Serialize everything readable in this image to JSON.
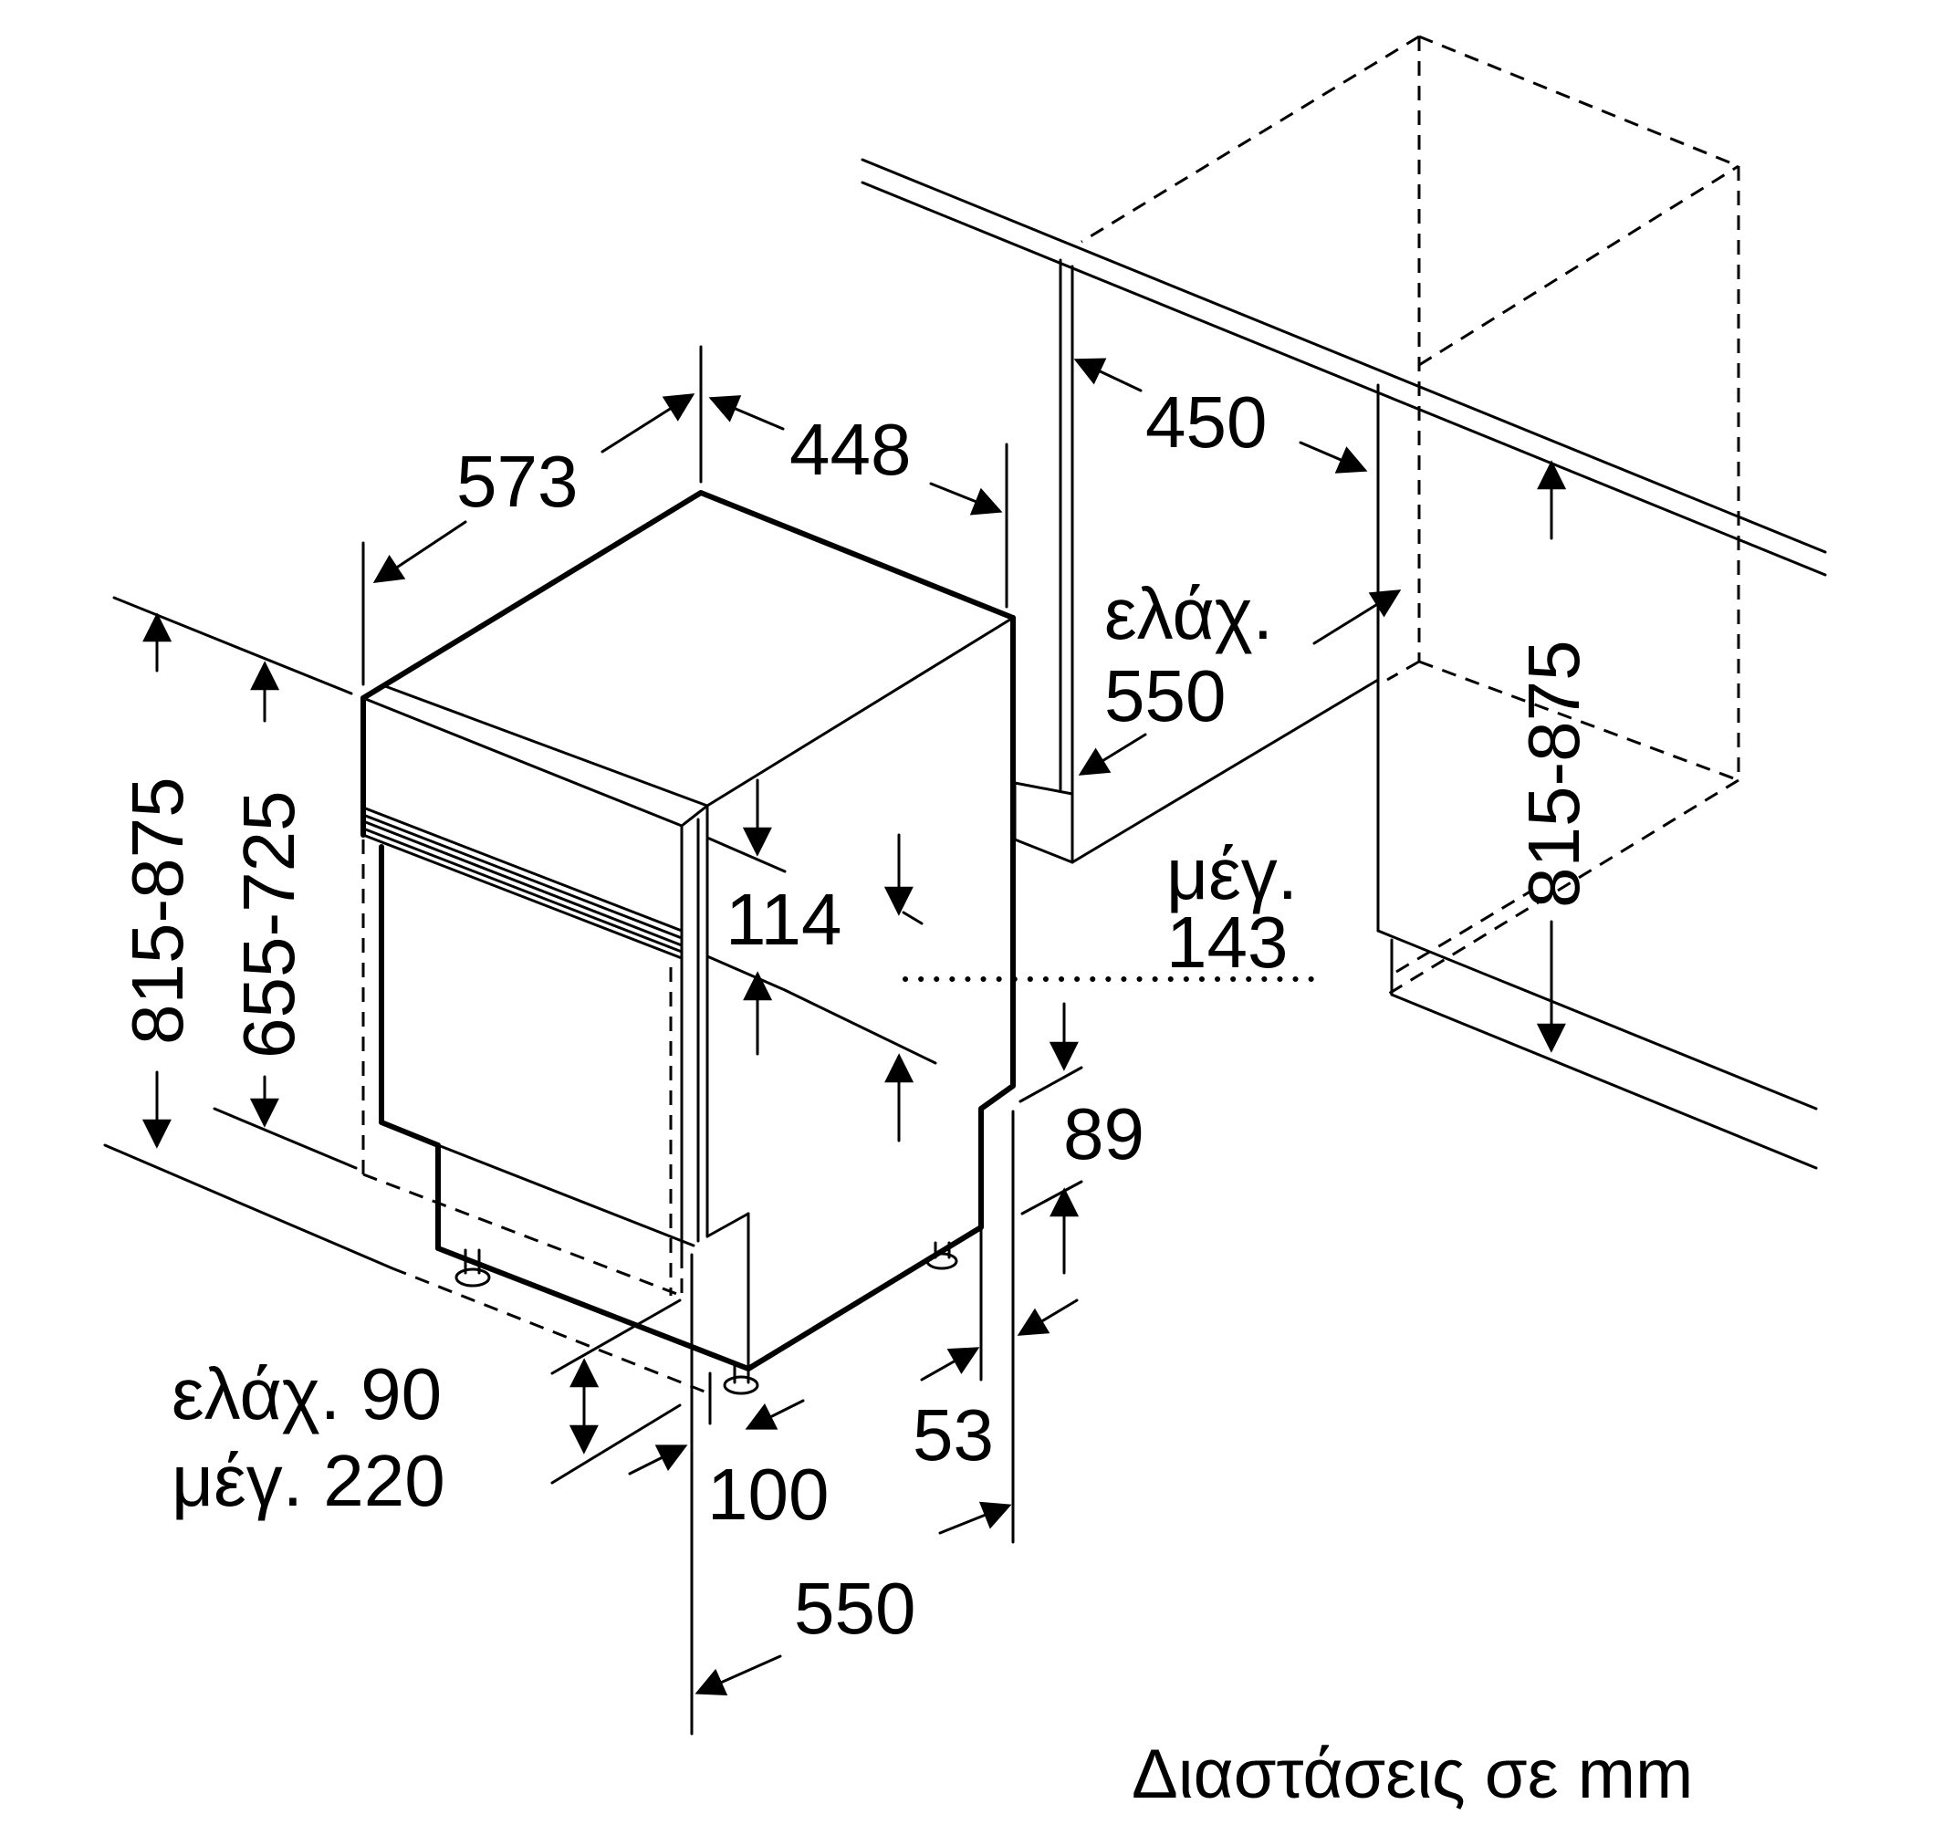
{
  "caption": "Διαστάσεις σε mm",
  "dimensions": {
    "depth_573": "573",
    "width_448": "448",
    "height_815_875_left": "815-875",
    "height_655_725": "655-725",
    "panel_114": "114",
    "niche_450": "450",
    "min_label": "ελάχ.",
    "niche_min_550": "550",
    "max_label": "μέγ.",
    "max_143": "143",
    "niche_815_875_right": "815-875",
    "plinth_89": "89",
    "foot_53": "53",
    "door_min_line": "ελάχ. 90",
    "door_max_line": "μέγ. 220",
    "offset_100": "100",
    "depth_550_bottom": "550"
  }
}
